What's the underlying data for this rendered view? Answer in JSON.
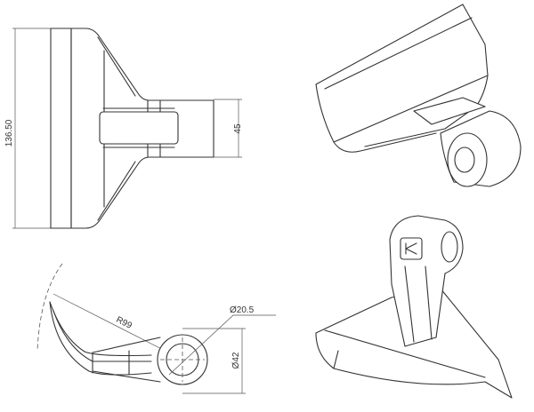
{
  "drawing": {
    "front_view": {
      "height_dim": "136.50",
      "width_dim": "45"
    },
    "side_view": {
      "radius_dim": "R99",
      "bore_dim": "Ø20.5",
      "eye_dim": "Ø42"
    },
    "iso_views": [
      "isometric-top",
      "isometric-bottom"
    ]
  }
}
